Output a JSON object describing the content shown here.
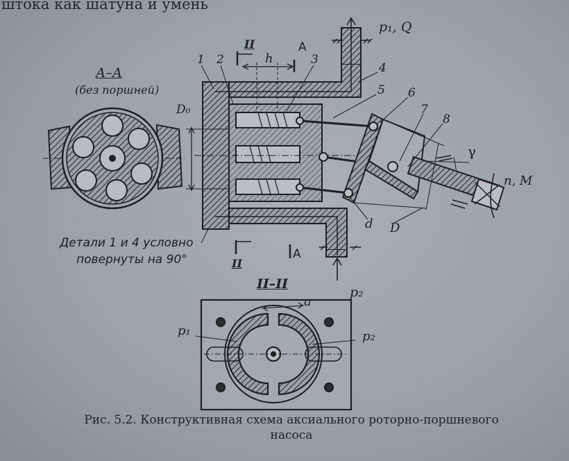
{
  "top_text": "штока как шатуна и умень",
  "labels": {
    "section_aa_title": "А–А",
    "section_aa_sub": "(без поршней)",
    "pressure_out": "p₁, Q",
    "pressure_in": "p₂",
    "section_ii_mark": "II",
    "section_a_mark": "A",
    "h": "h",
    "d0": "D₀",
    "d_small": "d",
    "d_big": "D",
    "gamma": "γ",
    "n_m": "n, M",
    "n1": "1",
    "n2": "2",
    "n3": "3",
    "n4": "4",
    "n5": "5",
    "n6": "6",
    "n7": "7",
    "n8": "8",
    "note_line1": "Детали 1 и 4 условно",
    "note_line2": "повернуты на 90°",
    "section_ii_title": "II–II",
    "a": "a",
    "p1": "p₁",
    "p2": "p₂"
  },
  "caption": {
    "line1": "Рис. 5.2. Конструктивная схема аксиального роторно-поршневого",
    "line2": "насоса"
  }
}
